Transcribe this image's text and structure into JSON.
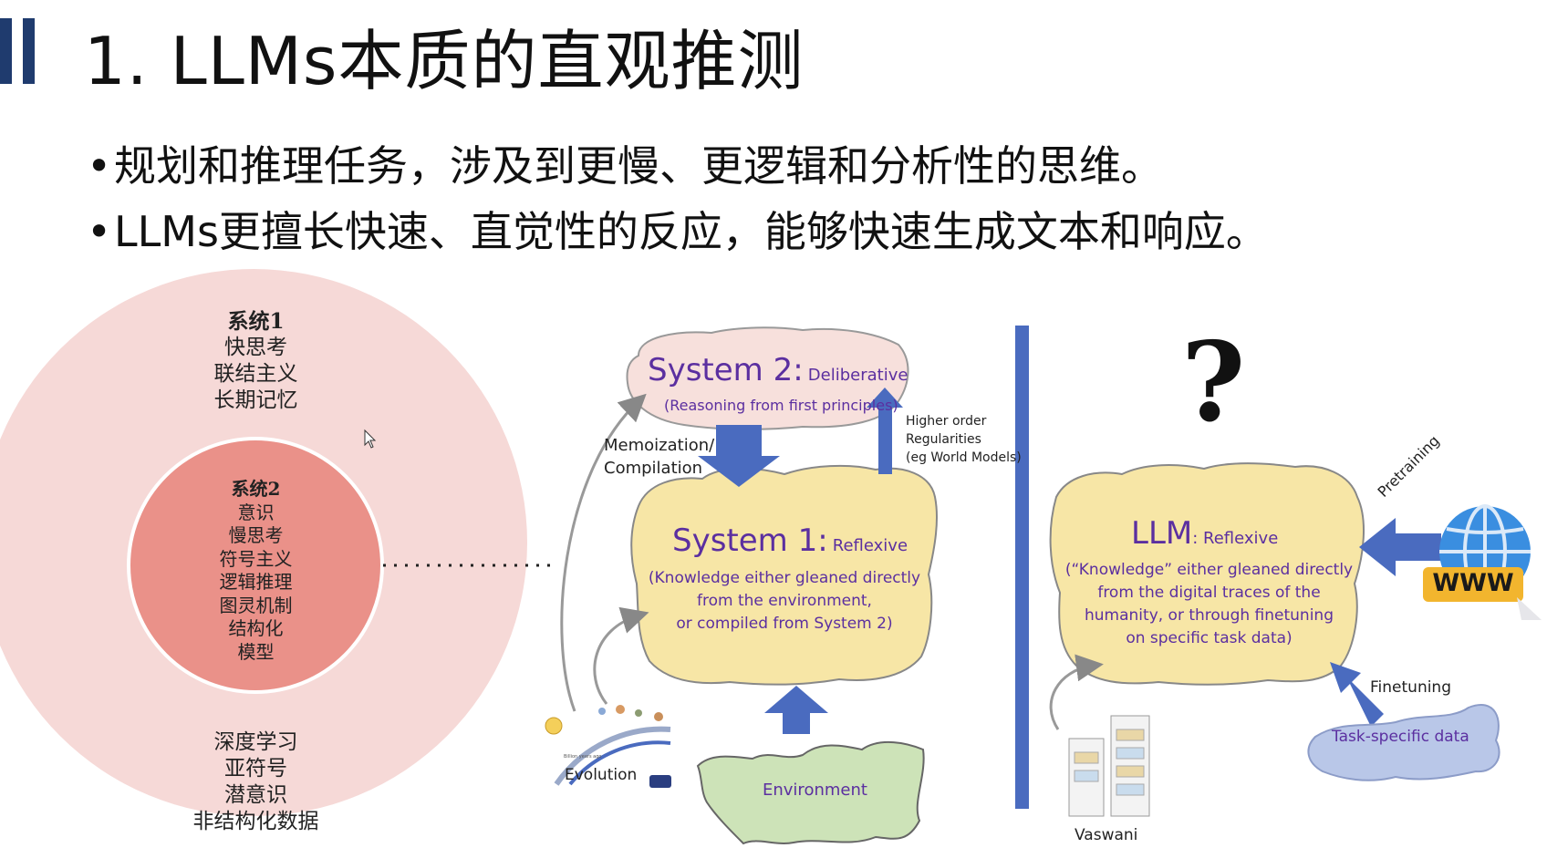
{
  "slide": {
    "title": "1. LLMs本质的直观推测",
    "bullets": [
      "规划和推理任务，涉及到更慢、更逻辑和分析性的思维。",
      "LLMs更擅长快速、直觉性的反应，能够快速生成文本和响应。"
    ]
  },
  "circle_diagram": {
    "outer_top_lines": [
      "系统1",
      "快思考",
      "联结主义",
      "长期记忆"
    ],
    "inner_lines": [
      "系统2",
      "意识",
      "慢思考",
      "符号主义",
      "逻辑推理",
      "图灵机制",
      "结构化",
      "模型"
    ],
    "outer_bottom_lines": [
      "深度学习",
      "亚符号",
      "潜意识",
      "非结构化数据"
    ]
  },
  "system_diagram": {
    "system2_title": "System 2:",
    "system2_sub": "Deliberative",
    "system2_desc": "(Reasoning from first principles)",
    "memoization": "Memoization/",
    "compilation": "Compilation",
    "higher_order": "Higher order",
    "regularities": "Regularities",
    "world_models": "(eg World Models)",
    "system1_title": "System 1:",
    "system1_sub": "Reflexive",
    "system1_desc_1": "(Knowledge either gleaned directly",
    "system1_desc_2": "from the environment,",
    "system1_desc_3": "or compiled from System 2)",
    "evolution": "Evolution",
    "evolution_caption": "Billion years ago",
    "environment": "Environment"
  },
  "llm_diagram": {
    "question_mark": "?",
    "llm_title": "LLM",
    "llm_sub": ": Reflexive",
    "llm_desc_1": "(“Knowledge” either gleaned directly",
    "llm_desc_2": "from the digital traces of the",
    "llm_desc_3": "humanity, or through finetuning",
    "llm_desc_4": "on specific task data)",
    "pretraining": "Pretraining",
    "www": "WWW",
    "finetuning": "Finetuning",
    "task_data": "Task-specific data",
    "vaswani": "Vaswani"
  },
  "colors": {
    "title_bar": "#1f3b6e",
    "outer_circle": "#f6d9d7",
    "inner_circle": "#ea9189",
    "cloud_yellow": "#f7e6a6",
    "cloud_pink": "#f7e0dc",
    "arrow_blue": "#4a6bbf",
    "purple_text": "#5b2fa0",
    "divider": "#4a6bbf",
    "environment_green": "#cde3b8",
    "task_data_blue": "#b9c7e8"
  }
}
